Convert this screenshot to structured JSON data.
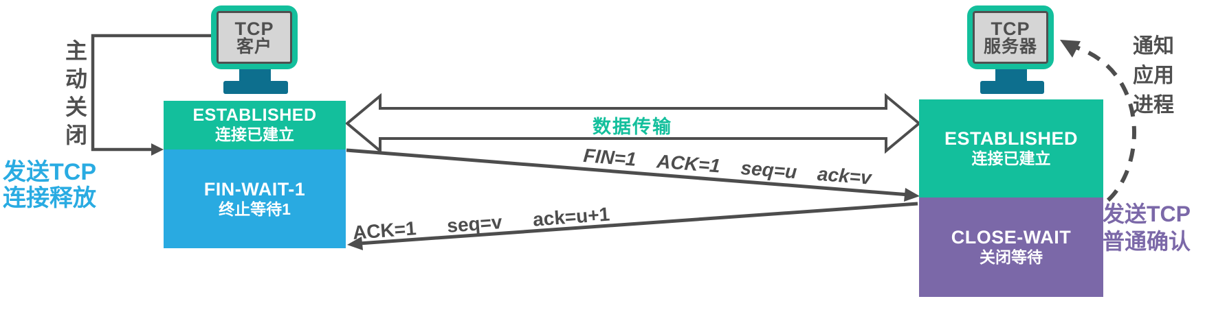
{
  "palette": {
    "teal": "#13bf9c",
    "blue": "#29aae1",
    "purple": "#7b68a8",
    "cyan-text": "#29abe2",
    "gray": "#4d4d4d",
    "dark-text": "#4f4f4f",
    "stand": "#0d6f8e",
    "screen": "#d5d5d5"
  },
  "client": {
    "line1": "TCP",
    "line2": "客户"
  },
  "server": {
    "line1": "TCP",
    "line2": "服务器"
  },
  "states": {
    "client_established": {
      "en": "ESTABLISHED",
      "zh": "连接已建立"
    },
    "client_fin_wait": {
      "en": "FIN-WAIT-1",
      "zh": "终止等待1"
    },
    "server_established": {
      "en": "ESTABLISHED",
      "zh": "连接已建立"
    },
    "server_close_wait": {
      "en": "CLOSE-WAIT",
      "zh": "关闭等待"
    }
  },
  "annotations": {
    "active_close": "主动关闭",
    "send_release": {
      "line1": "发送TCP",
      "line2": "连接释放"
    },
    "notify": {
      "line1": "通知",
      "line2": "应用",
      "line3": "进程"
    },
    "send_ack": {
      "line1": "发送TCP",
      "line2": "普通确认"
    }
  },
  "messages": {
    "data_transfer": "数据传输",
    "fin_segment": {
      "f1": "FIN=1",
      "f2": "ACK=1",
      "f3": "seq=u",
      "f4": "ack=v"
    },
    "ack_segment": {
      "a1": "ACK=1",
      "a2": "seq=v",
      "a3": "ack=u+1"
    }
  }
}
